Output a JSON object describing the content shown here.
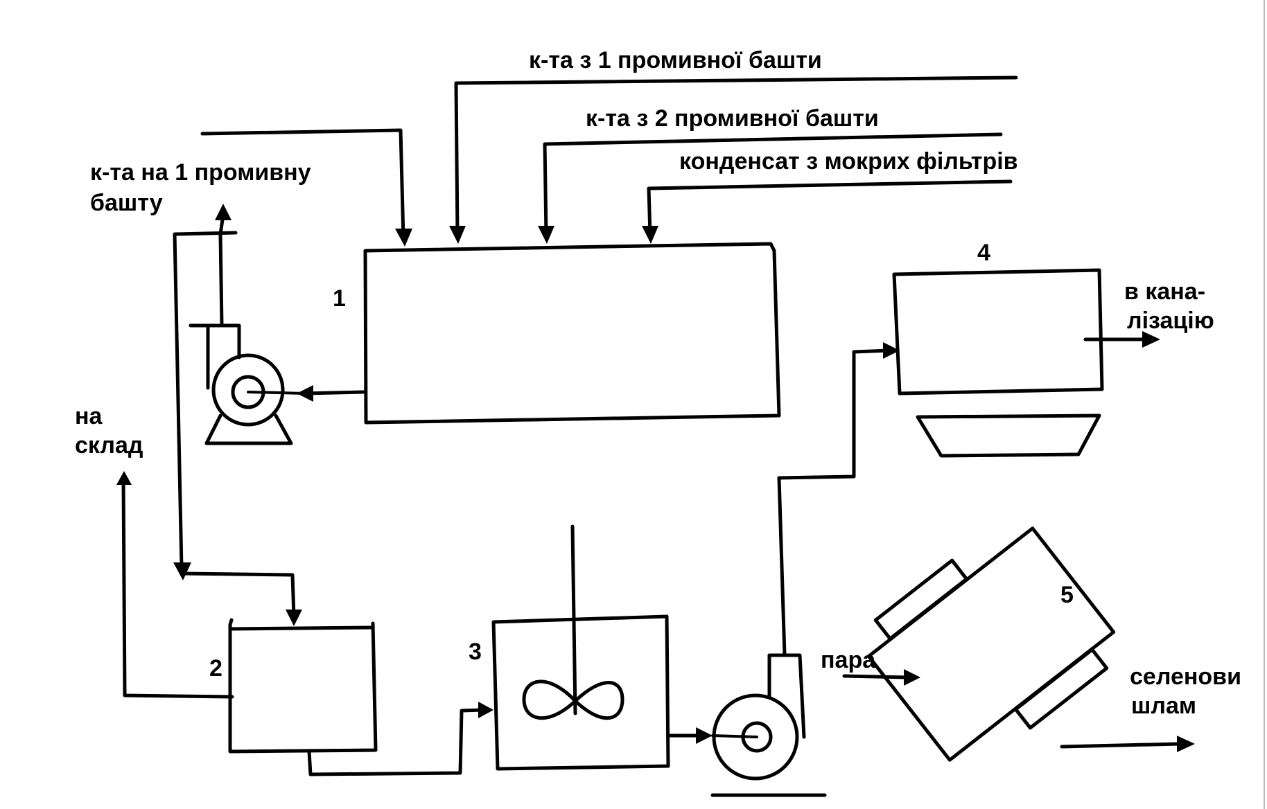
{
  "diagram": {
    "labels": {
      "acid_from_tower1": "к-та з 1 промивної башти",
      "acid_from_tower2": "к-та з 2 промивної башти",
      "condensate": "конденсат з мокрих фільтрів",
      "acid_to_tower1_line1": "к-та на 1 промивну",
      "acid_to_tower1_line2": "башту",
      "to_storage_line1": "на",
      "to_storage_line2": "склад",
      "to_sewer_line1": "в кана-",
      "to_sewer_line2": "лізацію",
      "steam": "пара",
      "selenium_line1": "селенови",
      "selenium_line2": "шлам"
    },
    "numbers": {
      "n1": "1",
      "n2": "2",
      "n3": "3",
      "n4": "4",
      "n5": "5"
    }
  }
}
